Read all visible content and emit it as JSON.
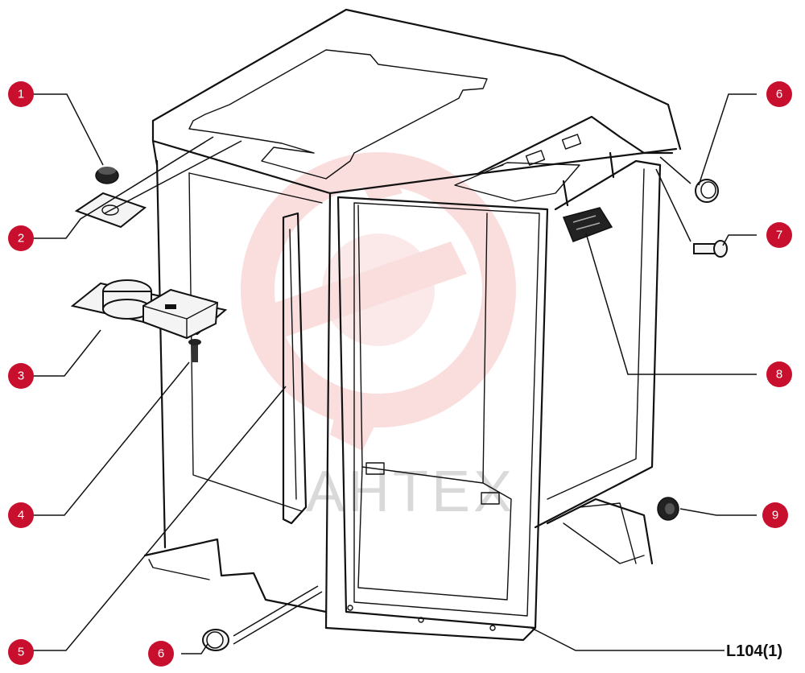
{
  "callouts": [
    {
      "id": "1",
      "label": "1"
    },
    {
      "id": "2",
      "label": "2"
    },
    {
      "id": "3",
      "label": "3"
    },
    {
      "id": "4",
      "label": "4"
    },
    {
      "id": "5",
      "label": "5"
    },
    {
      "id": "6a",
      "label": "6"
    },
    {
      "id": "6b",
      "label": "6"
    },
    {
      "id": "7",
      "label": "7"
    },
    {
      "id": "8",
      "label": "8"
    },
    {
      "id": "9",
      "label": "9"
    }
  ],
  "reference": "L104(1)",
  "watermark": {
    "text": "АНТЕХ",
    "color": "#e8a0a0"
  },
  "colors": {
    "callout": "#c8102e",
    "line": "#111111"
  }
}
